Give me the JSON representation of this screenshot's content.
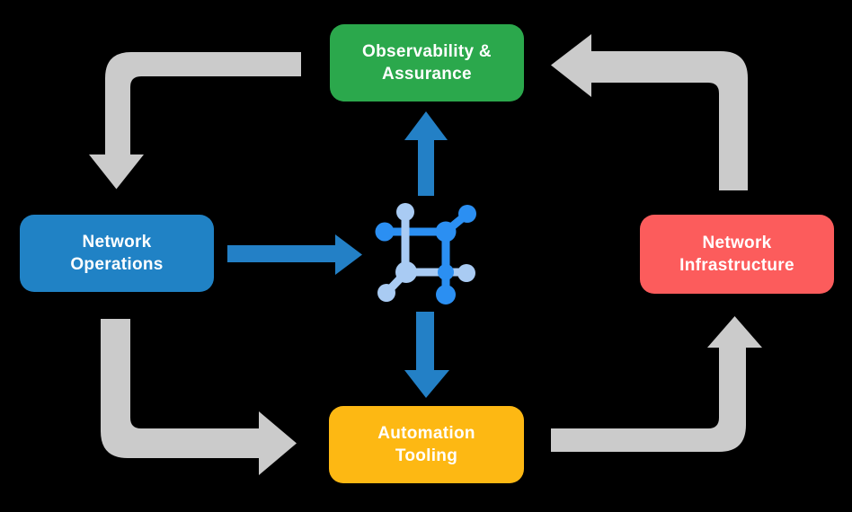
{
  "colors": {
    "background": "#000000",
    "gray_arrow": "#CBCBCB",
    "blue_arrow": "#2380C6",
    "icon_dark": "#2B8FF2",
    "icon_light": "#A9CBF3",
    "observability_green": "#2BA84C",
    "operations_blue": "#2082C5",
    "infrastructure_red": "#FC5C5C",
    "automation_yellow": "#FDB813",
    "label_text": "#FFFFFF"
  },
  "nodes": {
    "observability": {
      "label": "Observability &\nAssurance"
    },
    "operations": {
      "label": "Network\nOperations"
    },
    "infrastructure": {
      "label": "Network\nInfrastructure"
    },
    "automation": {
      "label": "Automation\nTooling"
    }
  },
  "center_icon": {
    "name": "network-mesh-icon"
  },
  "arrows": [
    {
      "from": "observability",
      "to": "operations",
      "style": "gray-elbow",
      "direction": "left-then-down"
    },
    {
      "from": "operations",
      "to": "automation",
      "style": "gray-elbow",
      "direction": "down-then-right"
    },
    {
      "from": "automation",
      "to": "infrastructure",
      "style": "gray-elbow",
      "direction": "right-then-up"
    },
    {
      "from": "infrastructure",
      "to": "observability",
      "style": "gray-elbow",
      "direction": "up-then-left"
    },
    {
      "from": "operations",
      "to": "center-icon",
      "style": "blue-straight",
      "direction": "right"
    },
    {
      "from": "center-icon",
      "to": "observability",
      "style": "blue-straight",
      "direction": "up"
    },
    {
      "from": "center-icon",
      "to": "automation",
      "style": "blue-straight",
      "direction": "down"
    }
  ]
}
